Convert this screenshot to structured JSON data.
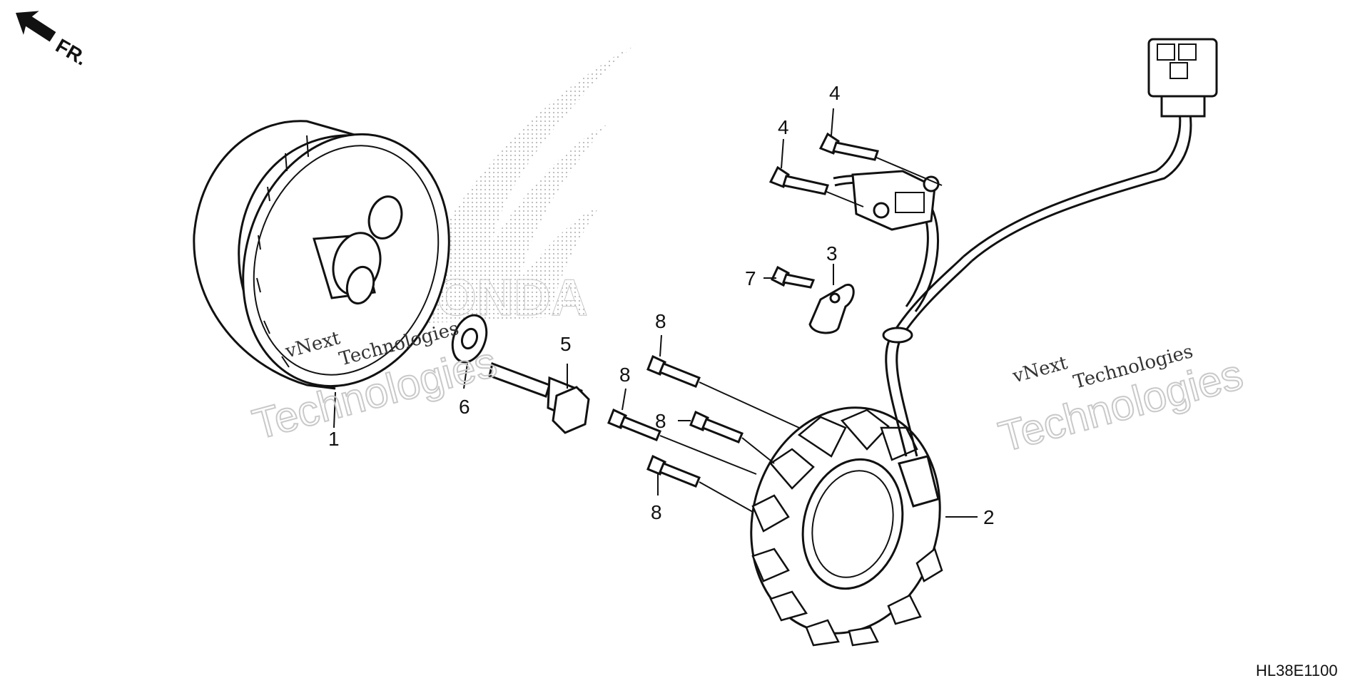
{
  "diagram": {
    "direction_label": "FR.",
    "brand_watermark": "HONDA",
    "watermarks": [
      {
        "line1": "vNext",
        "line2": "Technologies"
      },
      {
        "line1": "vNext",
        "line2": "Technologies"
      }
    ],
    "diagram_code": "HL38E1100",
    "callouts": [
      {
        "id": "flywheel",
        "number": "1"
      },
      {
        "id": "stator",
        "number": "2"
      },
      {
        "id": "clamp",
        "number": "3"
      },
      {
        "id": "bolt-upper",
        "number": "4"
      },
      {
        "id": "bolt-lower",
        "number": "4"
      },
      {
        "id": "flange-bolt",
        "number": "5"
      },
      {
        "id": "washer",
        "number": "6"
      },
      {
        "id": "clamp-bolt",
        "number": "7"
      },
      {
        "id": "stator-bolt-a",
        "number": "8"
      },
      {
        "id": "stator-bolt-b",
        "number": "8"
      },
      {
        "id": "stator-bolt-c",
        "number": "8"
      },
      {
        "id": "stator-bolt-d",
        "number": "8"
      }
    ]
  }
}
